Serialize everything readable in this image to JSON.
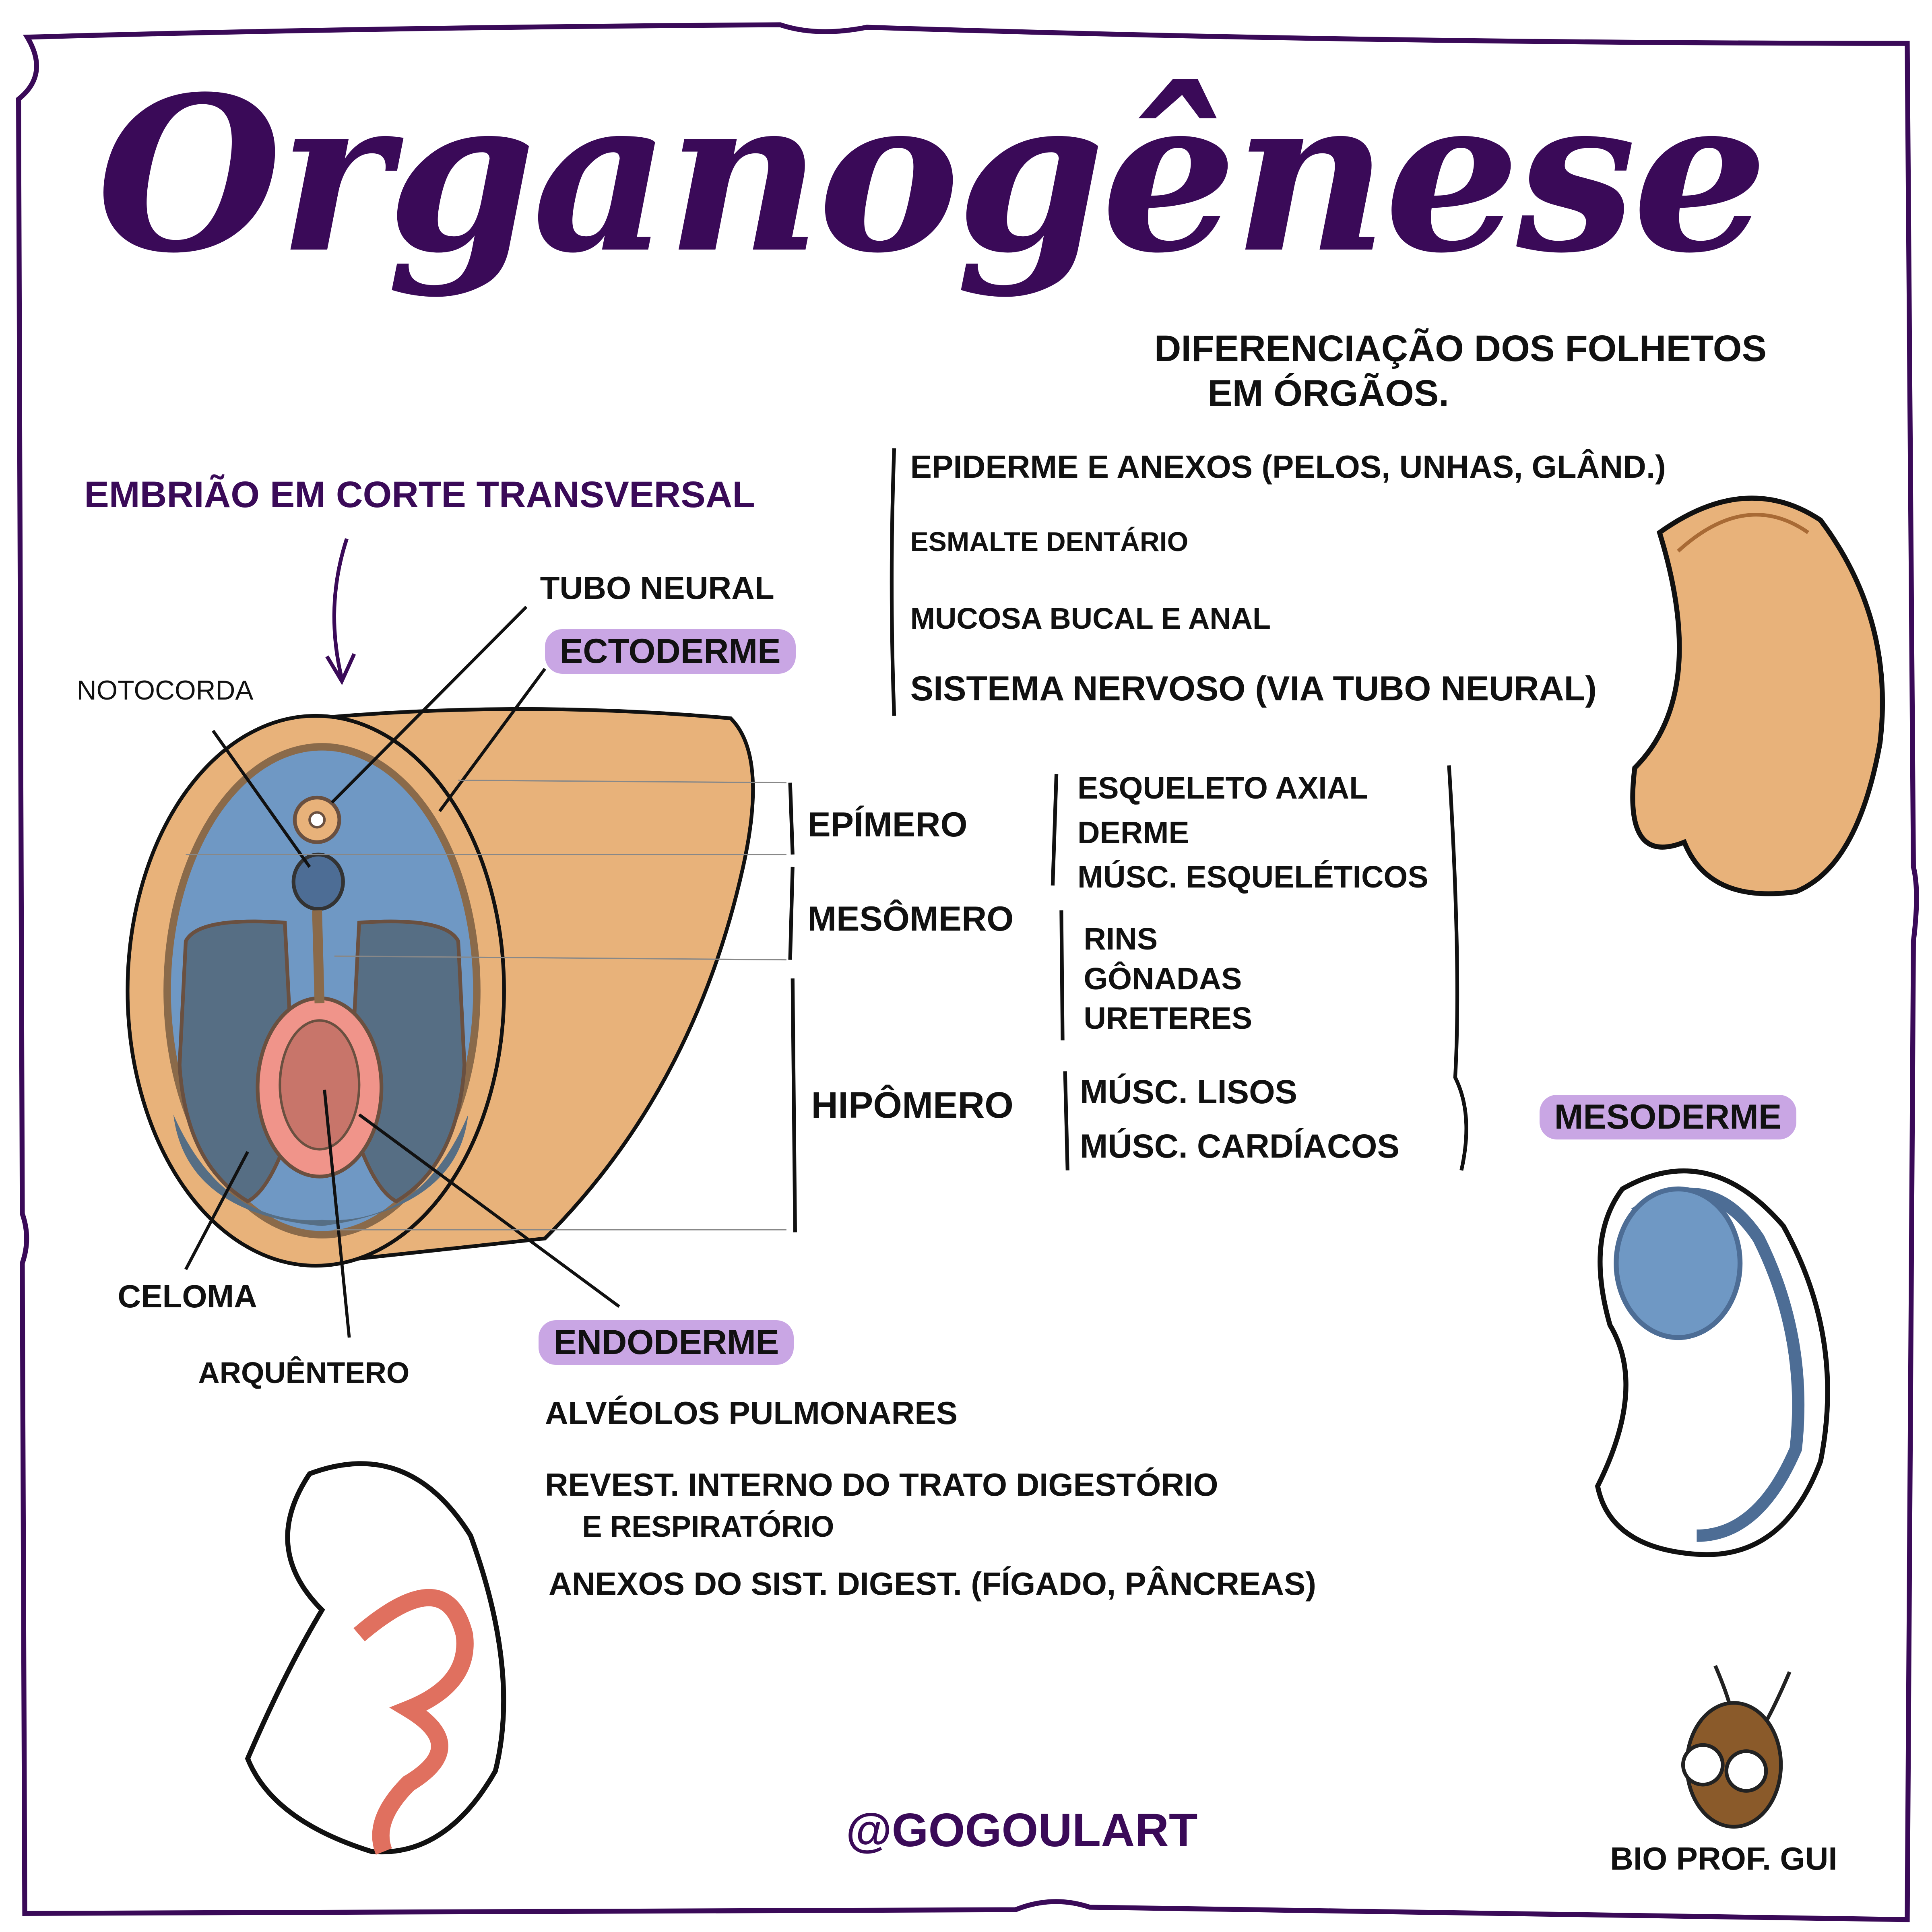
{
  "title": "Organogênese",
  "subtitle": {
    "line1": "Diferenciação dos folhetos",
    "line2": "em órgãos."
  },
  "section_label": "Embrião em corte transversal",
  "diagram_labels": {
    "tubo_neural": "Tubo neural",
    "notocorda": "Notocorda",
    "celoma": "Celoma",
    "arquentero": "Arquêntero"
  },
  "ectoderme": {
    "label": "Ectoderme",
    "items": [
      "Epiderme e anexos (pelos, unhas, glând.)",
      "Esmalte dentário",
      "Mucosa bucal e anal",
      "Sistema nervoso (via tubo neural)"
    ]
  },
  "mesoderme": {
    "label": "Mesoderme",
    "groups": [
      {
        "name": "Epímero",
        "items": [
          "Esqueleto axial",
          "Derme",
          "Músc. esqueléticos"
        ]
      },
      {
        "name": "Mesômero",
        "items": [
          "Rins",
          "Gônadas",
          "Ureteres"
        ]
      },
      {
        "name": "Hipômero",
        "items": [
          "Músc. lisos",
          "Músc. cardíacos"
        ]
      }
    ]
  },
  "endoderme": {
    "label": "Endoderme",
    "items": [
      "Alvéolos pulmonares",
      "Revest. interno do trato digestório",
      "e respiratório",
      "Anexos do sist. digest. (fígado, pâncreas)"
    ]
  },
  "handle": "@gogoulart",
  "signature": "Bio Prof. Gui",
  "colors": {
    "title": "#3a0a58",
    "highlight": "#c9a6e4",
    "ectoderm": "#e8b27a",
    "mesoderm": "#6f98c4",
    "endoderm": "#f0948a"
  }
}
